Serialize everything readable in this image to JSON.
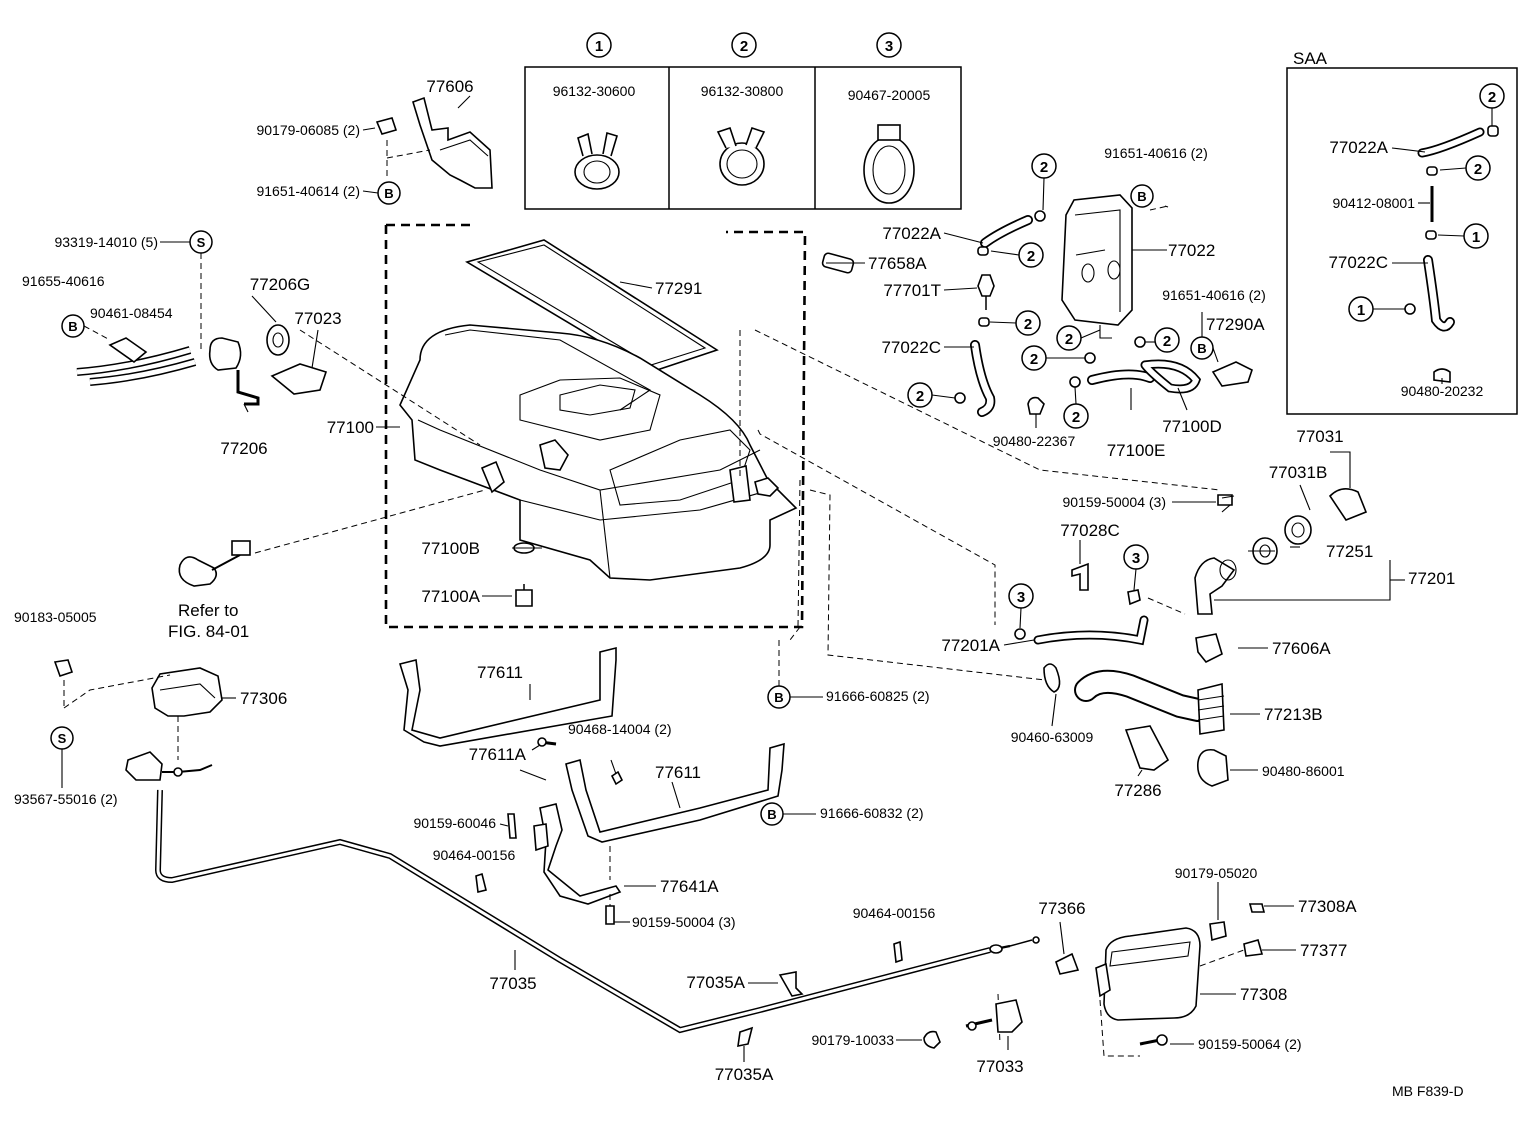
{
  "clip_table": {
    "columns": [
      {
        "marker": "1",
        "part": "96132-30600"
      },
      {
        "marker": "2",
        "part": "96132-30800"
      },
      {
        "marker": "3",
        "part": "90467-20005"
      }
    ]
  },
  "saa": {
    "title": "SAA",
    "labels": [
      "77022A",
      "90412-08001",
      "77022C",
      "90480-20232"
    ],
    "markers": [
      "2",
      "2",
      "1",
      "1"
    ]
  },
  "labels": {
    "l77606": "77606",
    "l90179_06085": "90179-06085 (2)",
    "l91651_40614": "91651-40614 (2)",
    "l93319_14010": "93319-14010 (5)",
    "l91655_40616": "91655-40616",
    "l90461_08454": "90461-08454",
    "l77206G": "77206G",
    "l77023": "77023",
    "l77206": "77206",
    "l77100": "77100",
    "l77291": "77291",
    "l77658A": "77658A",
    "l77701T": "77701T",
    "l77022A": "77022A",
    "l77022": "77022",
    "l77022C": "77022C",
    "l91651_40616a": "91651-40616 (2)",
    "l91651_40616b": "91651-40616 (2)",
    "l77290A": "77290A",
    "l90480_22367": "90480-22367",
    "l77100E": "77100E",
    "l77100D": "77100D",
    "l77100B": "77100B",
    "l77100A": "77100A",
    "l_refer1": "Refer to",
    "l_refer2": "FIG. 84-01",
    "l90159_50004a": "90159-50004 (3)",
    "l77031": "77031",
    "l77031B": "77031B",
    "l77251": "77251",
    "l77201": "77201",
    "l77028C": "77028C",
    "l77201A": "77201A",
    "l77606A": "77606A",
    "l90460_63009": "90460-63009",
    "l77213B": "77213B",
    "l77286": "77286",
    "l90480_86001": "90480-86001",
    "l90183_05005": "90183-05005",
    "l77306": "77306",
    "l93567_55016": "93567-55016 (2)",
    "l77611a": "77611",
    "l77611A": "77611A",
    "l90468_14004": "90468-14004 (2)",
    "l77611b": "77611",
    "l91666_60825": "91666-60825 (2)",
    "l91666_60832": "91666-60832 (2)",
    "l90159_60046": "90159-60046",
    "l90464_00156a": "90464-00156",
    "l77641A": "77641A",
    "l90159_50004b": "90159-50004 (3)",
    "l77035": "77035",
    "l90464_00156b": "90464-00156",
    "l77035Aa": "77035A",
    "l77035Ab": "77035A",
    "l77366": "77366",
    "l90179_05020": "90179-05020",
    "l77308A": "77308A",
    "l77377": "77377",
    "l77308": "77308",
    "l90179_10033": "90179-10033",
    "l77033": "77033",
    "l90159_50064": "90159-50064 (2)",
    "footer": "MB  F839-D"
  },
  "markers": {
    "two": "2",
    "three": "3",
    "B": "B",
    "S": "S"
  }
}
